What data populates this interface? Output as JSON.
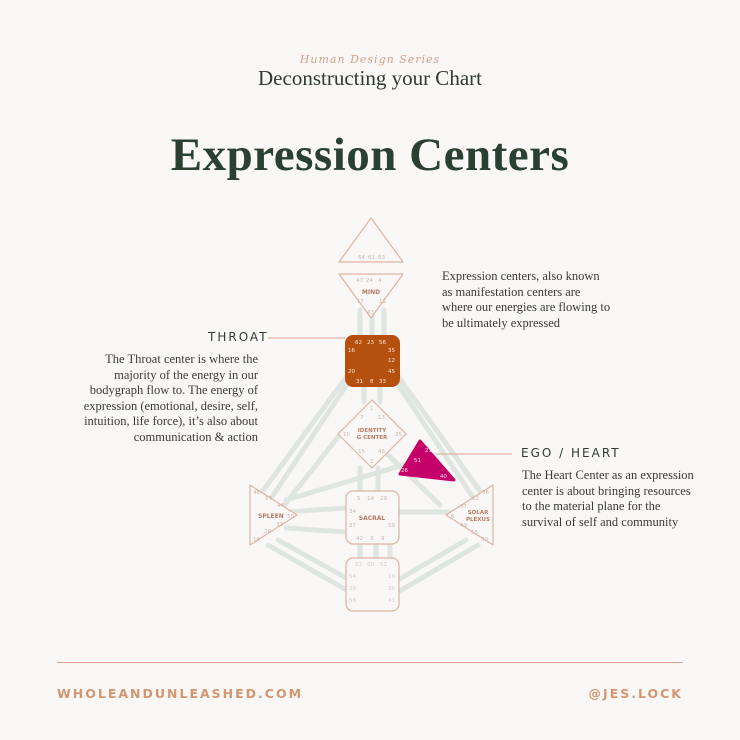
{
  "header": {
    "series": "Human Design Series",
    "subtitle": "Deconstructing your Chart",
    "title": "Expression Centers"
  },
  "intro": "Expression centers, also known as manifestation centers are where our energies are flowing to be ultimately expressed",
  "throat": {
    "label": "THROAT",
    "description": "The Throat center is where the majority of the energy in our bodygraph flow to. The energy of expression (emotional, desire, self, intuition, life force), it’s also about communication & action"
  },
  "heart": {
    "label": "EGO / HEART",
    "description": "The Heart Center as an expression center is about bringing resources to the material plane for the survival of self and community"
  },
  "centers": {
    "mind": "MIND",
    "identity_line1": "IDENTITY",
    "identity_line2": "G CENTER",
    "spleen": "SPLEEN",
    "sacral": "SACRAL",
    "solar_line1": "SOLAR",
    "solar_line2": "PLEXUS"
  },
  "gates": {
    "head": [
      "64",
      "61",
      "63"
    ],
    "mind": [
      "47",
      "24",
      "4",
      "17",
      "11",
      "43"
    ],
    "throat": [
      "62",
      "23",
      "56",
      "16",
      "35",
      "12",
      "20",
      "45",
      "31",
      "8",
      "33"
    ],
    "identity": [
      "1",
      "7",
      "13",
      "10",
      "25",
      "15",
      "46",
      "2"
    ],
    "heart": [
      "21",
      "51",
      "26",
      "40"
    ],
    "spleen": [
      "48",
      "57",
      "44",
      "50",
      "32",
      "28",
      "18"
    ],
    "sacral": [
      "5",
      "14",
      "29",
      "34",
      "27",
      "59",
      "42",
      "3",
      "9"
    ],
    "solar": [
      "36",
      "22",
      "37",
      "6",
      "49",
      "55",
      "30"
    ],
    "root": [
      "53",
      "60",
      "52",
      "54",
      "19",
      "38",
      "39",
      "58",
      "41"
    ]
  },
  "footer": {
    "website": "WHOLEANDUNLEASHED.COM",
    "handle": "@JES.LOCK"
  },
  "colors": {
    "throat_fill": "#b5500f",
    "heart_fill": "#c6006a",
    "outline": "#ddb3a2",
    "channel": "#dfe5e0",
    "heading": "#2a4033",
    "accent": "#d4956f"
  }
}
